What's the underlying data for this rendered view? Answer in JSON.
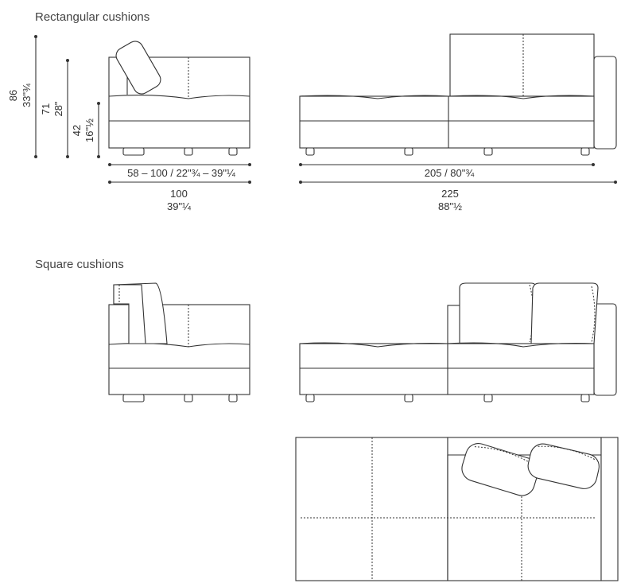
{
  "sections": {
    "rectangular_title": "Rectangular cushions",
    "square_title": "Square cushions"
  },
  "dimensions": {
    "height_86": "86",
    "height_86_in": "33\"¾",
    "height_71": "71",
    "height_71_in": "28\"",
    "height_42": "42",
    "height_42_in": "16\"½",
    "depth_range": "58 – 100 / 22\"¾ – 39\"¼",
    "depth_100": "100",
    "depth_100_in": "39\"¼",
    "width_205": "205 / 80\"¾",
    "width_225": "225",
    "width_225_in": "88\"½"
  }
}
